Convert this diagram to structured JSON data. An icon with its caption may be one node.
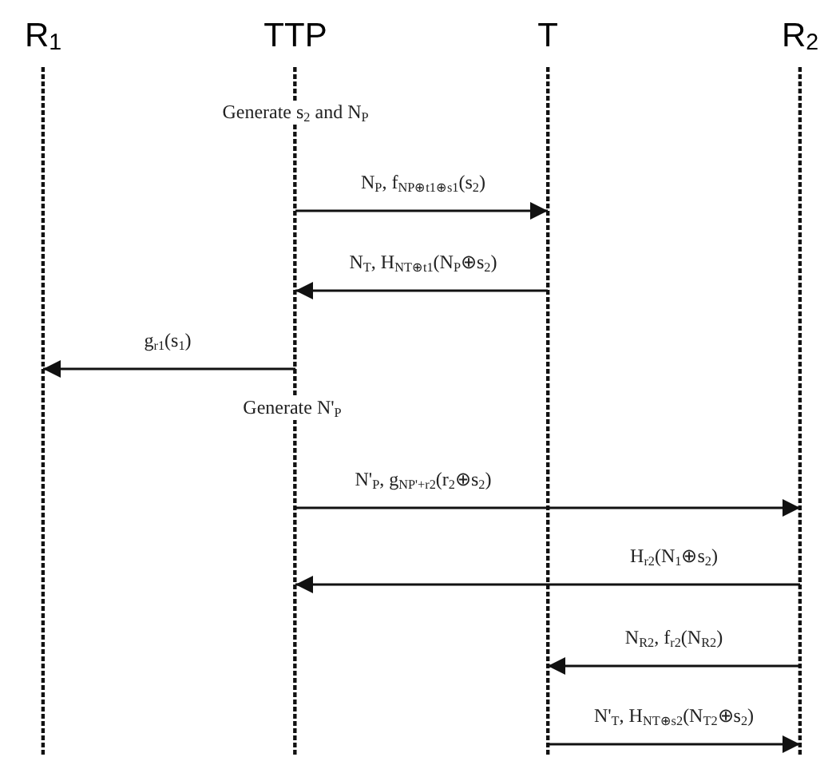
{
  "diagram": {
    "nodes": [
      {
        "text": [
          "R$_{1}$"
        ]
      },
      {
        "text": [
          "TTP"
        ]
      },
      {
        "text": [
          "T"
        ]
      },
      {
        "text": [
          "R$_{2}$"
        ]
      }
    ],
    "edges": [
      {
        "from": 1,
        "to": 2,
        "arrow": "to",
        "label": "N$_{P}$, f$_{NP⊕t1⊕s1}$(s$_{2}$)"
      },
      {
        "from": 2,
        "to": 1,
        "arrow": "to",
        "label": "N$_{T}$, H$_{NT⊕t1}$(N$_{P}$⊕s$_{2}$)"
      },
      {
        "from": 1,
        "to": 0,
        "arrow": "to",
        "label": "g$_{r1}$(s$_{1}$)"
      },
      {
        "from": 1,
        "to": 3,
        "arrow": "to",
        "label": "N'$_{P}$, g$_{NP'+r2}$(r$_{2}$⊕s$_{2}$)"
      },
      {
        "from": 3,
        "to": 1,
        "arrow": "to",
        "label": "H$_{r2}$(N$_{1}$⊕s$_{2}$)"
      },
      {
        "from": 3,
        "to": 2,
        "arrow": "to",
        "label": "N$_{R2}$, f$_{r2}$(N$_{R2}$)"
      },
      {
        "from": 2,
        "to": 3,
        "arrow": "to",
        "label": "N'$_{T}$, H$_{NT⊕s2}$(N$_{T2}$⊕s$_{2}$)"
      }
    ],
    "labels": [
      "Generate s$_{2}$ and N$_{P}$",
      "Generate N'$_{P}$"
    ]
  }
}
